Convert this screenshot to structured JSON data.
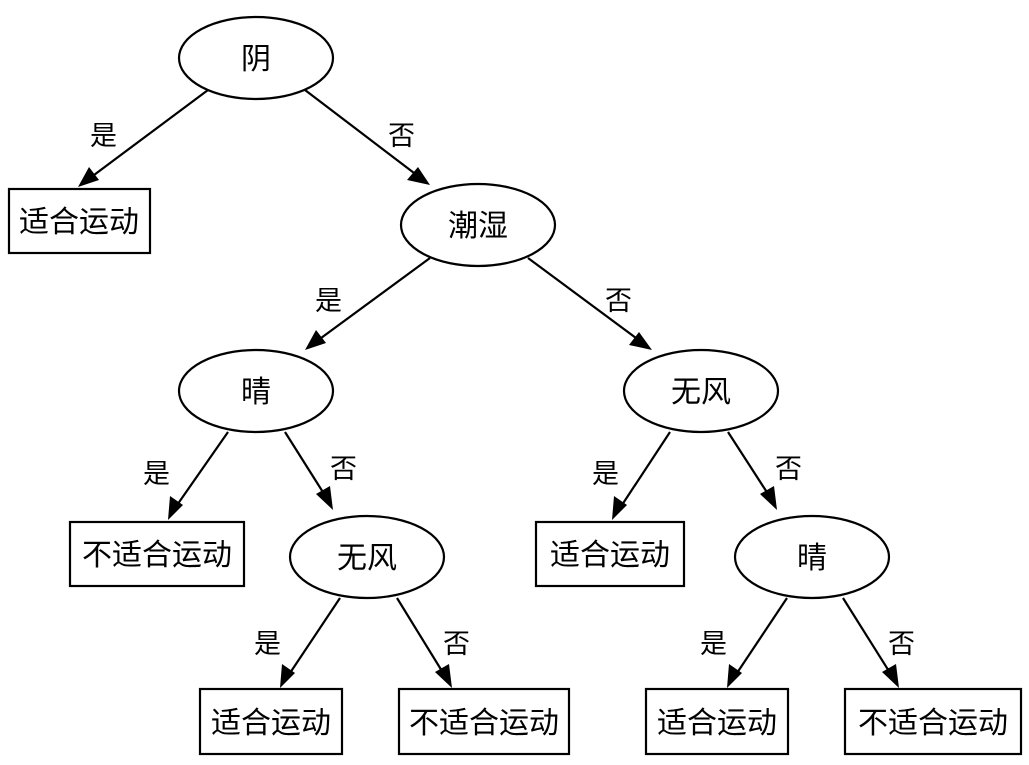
{
  "tree": {
    "root": {
      "label": "阴"
    },
    "leaf_yin_yes": {
      "label": "适合运动"
    },
    "humid": {
      "label": "潮湿"
    },
    "sunny_1": {
      "label": "晴"
    },
    "windless_1": {
      "label": "无风"
    },
    "leaf_sunny1_yes": {
      "label": "不适合运动"
    },
    "windless_2": {
      "label": "无风"
    },
    "leaf_windless2_yes": {
      "label": "适合运动"
    },
    "sunny_2": {
      "label": "晴"
    },
    "leaf_windless1_yes": {
      "label": "适合运动"
    },
    "leaf_windless1_no": {
      "label": "不适合运动"
    },
    "leaf_sunny2_yes": {
      "label": "适合运动"
    },
    "leaf_sunny2_no": {
      "label": "不适合运动"
    }
  },
  "edges": {
    "yes": "是",
    "no": "否"
  }
}
